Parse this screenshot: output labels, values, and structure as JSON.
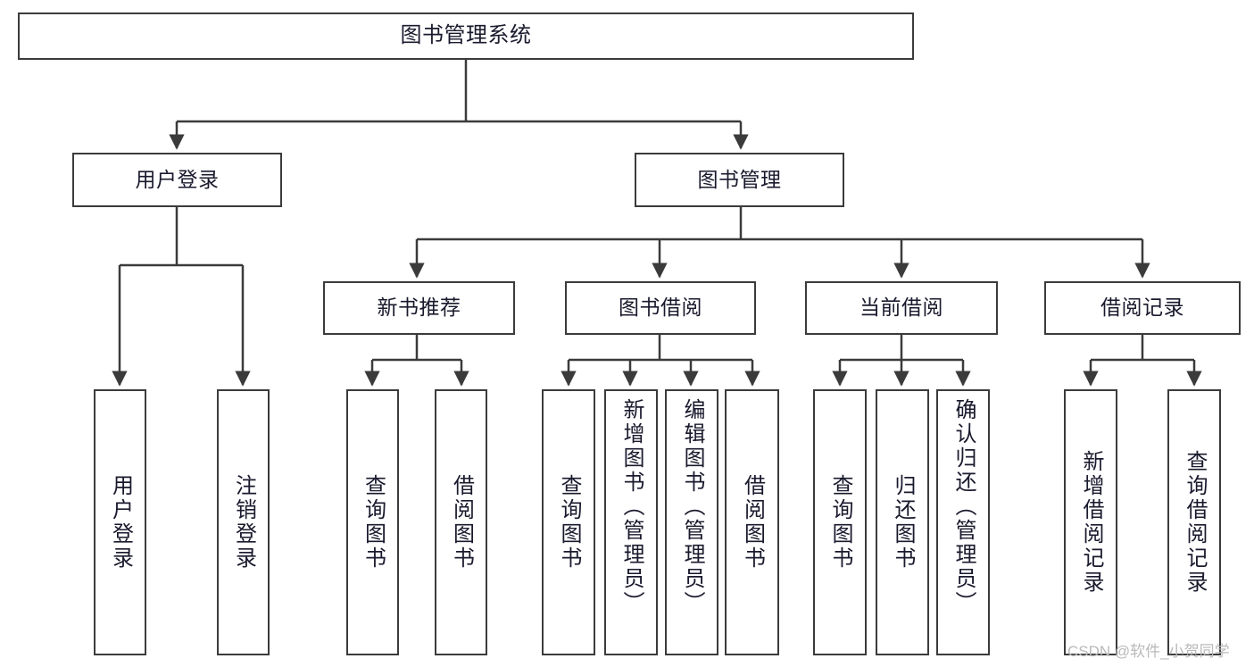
{
  "diagram": {
    "title": "图书管理系统",
    "type": "tree",
    "orientation": "top-down",
    "stroke_color": "#3b3b3b",
    "fill_color": "#ffffff",
    "text_color": "#1a1a2e"
  },
  "nodes": {
    "root": {
      "label": "图书管理系统",
      "level": 1
    },
    "user_login": {
      "label": "用户登录",
      "level": 2
    },
    "book_mgmt": {
      "label": "图书管理",
      "level": 2
    },
    "new_book_rec": {
      "label": "新书推荐",
      "level": 3
    },
    "book_borrow": {
      "label": "图书借阅",
      "level": 3
    },
    "current_borrow": {
      "label": "当前借阅",
      "level": 3
    },
    "borrow_record": {
      "label": "借阅记录",
      "level": 3
    },
    "leaf_user_login": {
      "label": "用户登录",
      "level": 4
    },
    "leaf_logout": {
      "label": "注销登录",
      "level": 4
    },
    "leaf_query_book_a": {
      "label": "查询图书",
      "level": 4
    },
    "leaf_borrow_book_a": {
      "label": "借阅图书",
      "level": 4
    },
    "leaf_query_book_b": {
      "label": "查询图书",
      "level": 4
    },
    "leaf_add_book": {
      "label": "新增图书（管理员）",
      "level": 4
    },
    "leaf_edit_book": {
      "label": "编辑图书（管理员）",
      "level": 4
    },
    "leaf_borrow_book_b": {
      "label": "借阅图书",
      "level": 4
    },
    "leaf_query_book_c": {
      "label": "查询图书",
      "level": 4
    },
    "leaf_return_book": {
      "label": "归还图书",
      "level": 4
    },
    "leaf_confirm_return": {
      "label": "确认归还（管理员）",
      "level": 4
    },
    "leaf_add_record": {
      "label": "新增借阅记录",
      "level": 4
    },
    "leaf_query_record": {
      "label": "查询借阅记录",
      "level": 4
    }
  },
  "edges": [
    {
      "from": "root",
      "to": "user_login"
    },
    {
      "from": "root",
      "to": "book_mgmt"
    },
    {
      "from": "user_login",
      "to": "leaf_user_login"
    },
    {
      "from": "user_login",
      "to": "leaf_logout"
    },
    {
      "from": "book_mgmt",
      "to": "new_book_rec"
    },
    {
      "from": "book_mgmt",
      "to": "book_borrow"
    },
    {
      "from": "book_mgmt",
      "to": "current_borrow"
    },
    {
      "from": "book_mgmt",
      "to": "borrow_record"
    },
    {
      "from": "new_book_rec",
      "to": "leaf_query_book_a"
    },
    {
      "from": "new_book_rec",
      "to": "leaf_borrow_book_a"
    },
    {
      "from": "book_borrow",
      "to": "leaf_query_book_b"
    },
    {
      "from": "book_borrow",
      "to": "leaf_add_book"
    },
    {
      "from": "book_borrow",
      "to": "leaf_edit_book"
    },
    {
      "from": "book_borrow",
      "to": "leaf_borrow_book_b"
    },
    {
      "from": "current_borrow",
      "to": "leaf_query_book_c"
    },
    {
      "from": "current_borrow",
      "to": "leaf_return_book"
    },
    {
      "from": "current_borrow",
      "to": "leaf_confirm_return"
    },
    {
      "from": "borrow_record",
      "to": "leaf_add_record"
    },
    {
      "from": "borrow_record",
      "to": "leaf_query_record"
    }
  ],
  "watermark": {
    "text": "CSDN @软件_小贺同学"
  }
}
